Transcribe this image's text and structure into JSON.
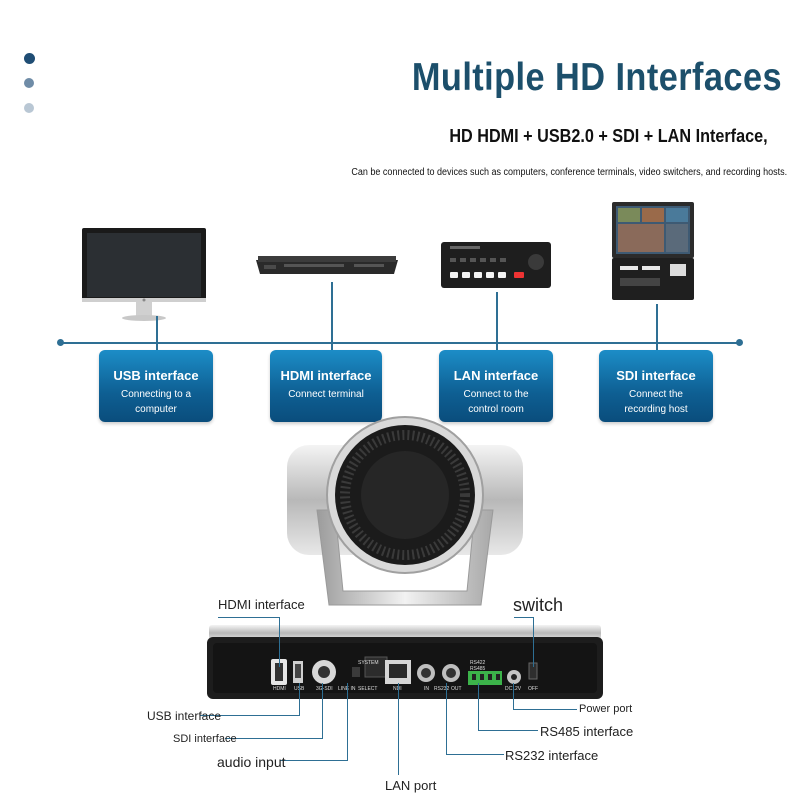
{
  "header": {
    "title": "Multiple HD Interfaces",
    "subtitle": "HD HDMI + USB2.0 + SDI + LAN Interface,",
    "description": "Can be connected to devices such as computers, conference terminals, video switchers, and recording hosts."
  },
  "cards": [
    {
      "title": "USB interface",
      "desc": "Connecting to a computer"
    },
    {
      "title": "HDMI interface",
      "desc": "Connect terminal"
    },
    {
      "title": "LAN interface",
      "desc": "Connect to the control room"
    },
    {
      "title": "SDI interface",
      "desc": "Connect the recording host"
    }
  ],
  "callouts": {
    "hdmi": "HDMI interface",
    "switch": "switch",
    "usb": "USB interface",
    "sdi": "SDI interface",
    "audio": "audio input",
    "lan": "LAN port",
    "power": "Power port",
    "rs485": "RS485 interface",
    "rs232": "RS232 interface"
  },
  "panel_labels": {
    "hdmi": "HDMI",
    "usb": "USB",
    "sdi": "3G-SDI",
    "line_in": "LINE IN",
    "system": "SYSTEM",
    "select": "SELECT",
    "ndi": "NDI",
    "in": "IN",
    "rs232": "RS232",
    "out": "OUT",
    "rs422": "RS422",
    "rs485": "RS485",
    "dc": "DC12V",
    "off": "OFF"
  },
  "colors": {
    "accent": "#1c4f6b",
    "card": "#0e6aa3",
    "line": "#2e6f94"
  }
}
